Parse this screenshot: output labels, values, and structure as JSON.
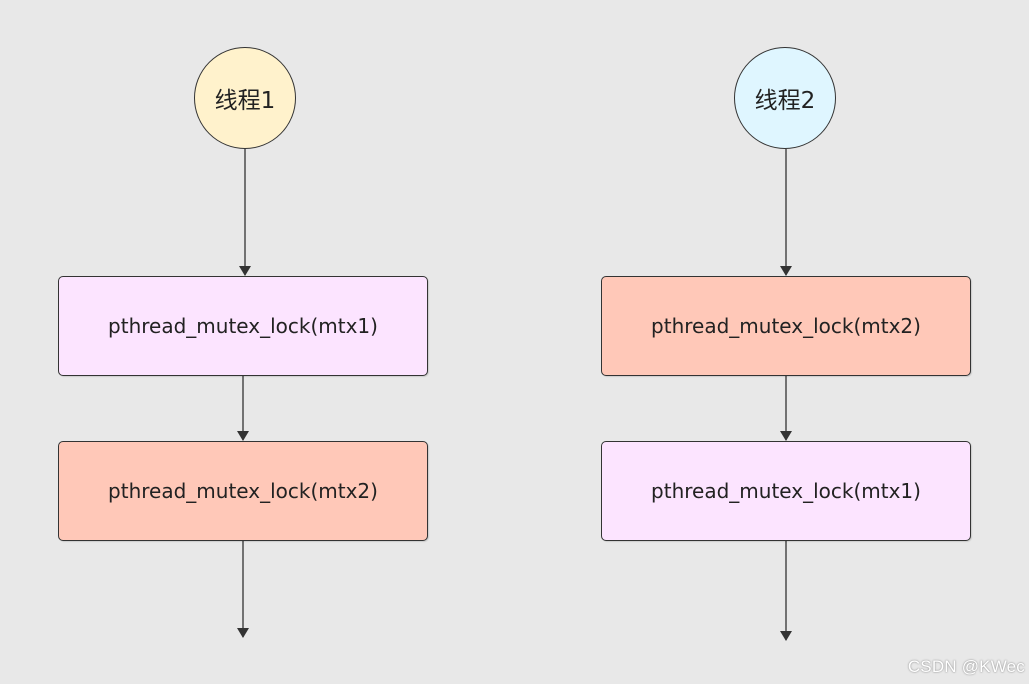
{
  "colors": {
    "background": "#e8e8e8",
    "thread1_fill": "#fff2cc",
    "thread2_fill": "#dff6ff",
    "mtx1_fill": "#fce4ff",
    "mtx2_fill": "#ffc8b8",
    "edge": "#333333"
  },
  "threads": [
    {
      "label": "线程1",
      "steps": [
        "pthread_mutex_lock(mtx1)",
        "pthread_mutex_lock(mtx2)"
      ]
    },
    {
      "label": "线程2",
      "steps": [
        "pthread_mutex_lock(mtx2)",
        "pthread_mutex_lock(mtx1)"
      ]
    }
  ],
  "watermark": "CSDN @KWec"
}
